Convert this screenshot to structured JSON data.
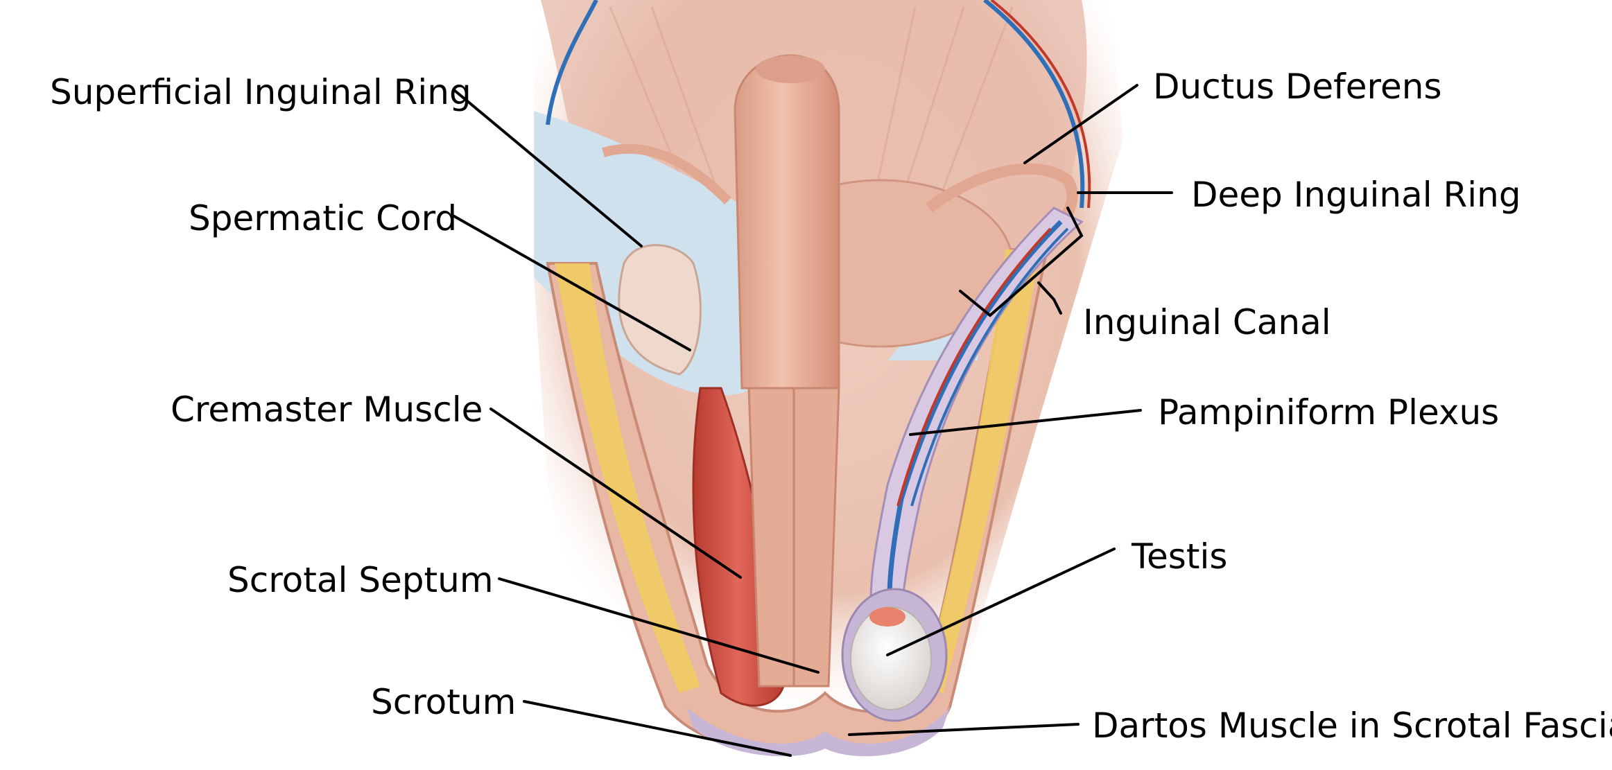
{
  "labels": {
    "superficial_inguinal_ring": "Superficial Inguinal Ring",
    "spermatic_cord": "Spermatic Cord",
    "cremaster_muscle": "Cremaster Muscle",
    "scrotal_septum": "Scrotal Septum",
    "scrotum": "Scrotum",
    "ductus_deferens": "Ductus Deferens",
    "deep_inguinal_ring": "Deep Inguinal Ring",
    "inguinal_canal": "Inguinal Canal",
    "pampiniform_plexus": "Pampiniform Plexus",
    "testis": "Testis",
    "dartos_muscle": "Dartos Muscle in Scrotal Fascia"
  },
  "colors": {
    "skin": "#e8b9a6",
    "skin_dark": "#d9977f",
    "fascia_blue": "#cfe1ec",
    "fat_yellow": "#f1cb63",
    "muscle_red": "#c8493a",
    "vein_blue": "#2f6fb7",
    "artery_red": "#c0392b",
    "tunica_lilac": "#c7b5d6",
    "testis_white": "#f3f1ef"
  }
}
